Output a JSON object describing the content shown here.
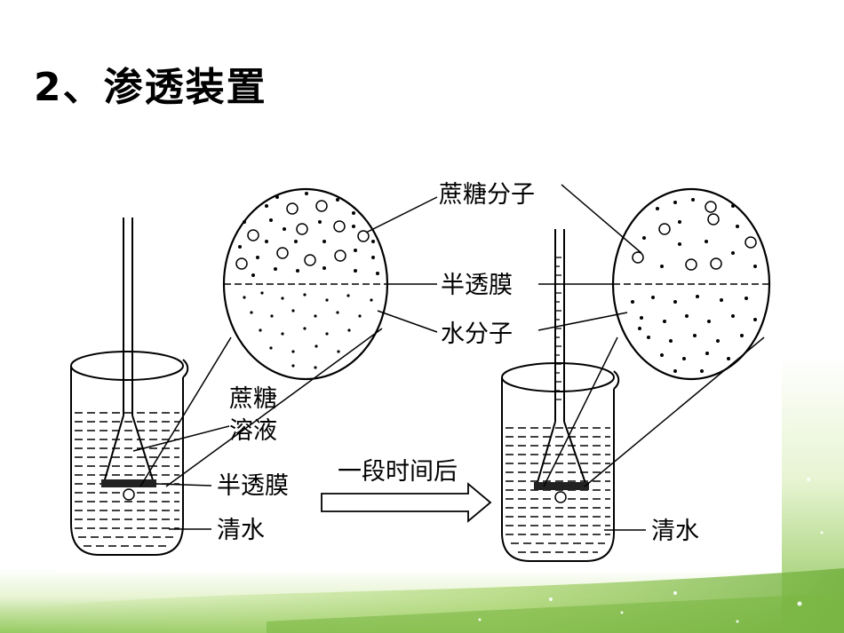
{
  "slide": {
    "title": "2、渗透装置"
  },
  "diagram": {
    "labels": {
      "sucrose_molecule": "蔗糖分子",
      "membrane_top": "半透膜",
      "water_molecule": "水分子",
      "sucrose_solution_line1": "蔗糖",
      "sucrose_solution_line2": "溶液",
      "membrane_left": "半透膜",
      "clear_water_left": "清水",
      "clear_water_right": "清水",
      "after_time": "一段时间后"
    }
  },
  "theme": {
    "ink": "#000000",
    "background": "#ffffff",
    "grass_light": "#dff0c4",
    "grass_mid": "#a9d46f",
    "grass_dark": "#6fae3a"
  }
}
